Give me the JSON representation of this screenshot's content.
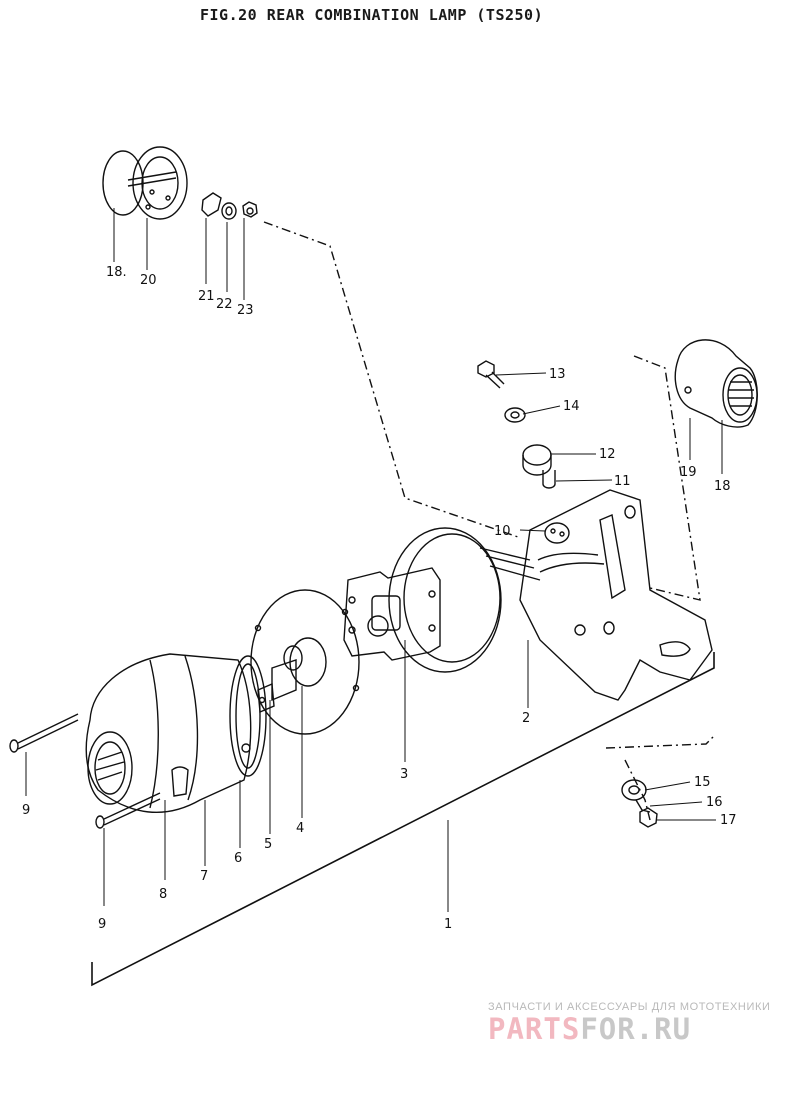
{
  "title": "FIG.20 REAR COMBINATION LAMP (TS250)",
  "callouts": [
    "1",
    "2",
    "3",
    "4",
    "5",
    "6",
    "7",
    "8",
    "9",
    "9",
    "10",
    "11",
    "12",
    "13",
    "14",
    "15",
    "16",
    "17",
    "18",
    "18.",
    "19",
    "20",
    "21",
    "22",
    "23"
  ],
  "watermark": {
    "line": "ЗАПЧАСТИ И АКСЕССУАРЫ ДЛЯ МОТОТЕХНИКИ",
    "logo_part1": "PARTS",
    "logo_part2": "FOR.RU"
  },
  "colors": {
    "ink": "#111111",
    "watermark_red": "#f2b8c0",
    "watermark_gray": "#c8c8c8"
  }
}
